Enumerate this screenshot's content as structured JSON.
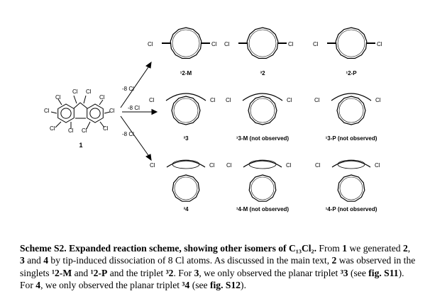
{
  "scheme": {
    "start_compound": {
      "label": "1",
      "cl_label": "Cl",
      "arrow_labels": [
        "-8 Cl",
        "-8 Cl",
        "-8 Cl"
      ]
    },
    "rows": [
      [
        {
          "label": "¹2-M",
          "left": "Cl",
          "right": "Cl"
        },
        {
          "label": "³2",
          "left": "Cl",
          "right": "Cl"
        },
        {
          "label": "¹2-P",
          "left": "Cl",
          "right": "Cl"
        }
      ],
      [
        {
          "label": "³3",
          "left": "Cl",
          "right": "Cl"
        },
        {
          "label": "¹3-M (not observed)",
          "left": "Cl",
          "right": "Cl"
        },
        {
          "label": "¹3-P (not observed)",
          "left": "Cl",
          "right": "Cl"
        }
      ],
      [
        {
          "label": "³4",
          "left": "Cl",
          "right": "Cl"
        },
        {
          "label": "¹4-M (not observed)",
          "left": "Cl",
          "right": "Cl"
        },
        {
          "label": "¹4-P (not observed)",
          "left": "Cl",
          "right": "Cl"
        }
      ]
    ]
  },
  "caption": {
    "title": "Scheme S2. Expanded reaction scheme, showing other isomers of C₁₃Cl₂.",
    "p1": " From ",
    "n1": "1",
    "p2": " we generated ",
    "n2": "2",
    "p3": ", ",
    "n3": "3",
    "p4": " and ",
    "n4": "4",
    "p5": " by tip-induced dissociation of 8 Cl atoms. As discussed in the main text, ",
    "n5": "2",
    "p6": " was observed in the singlets ",
    "n6": "¹2-M",
    "p7": " and ",
    "n7": "¹2-P",
    "p8": " and the triplet ",
    "n8": "³2",
    "p9": ". For ",
    "n9": "3",
    "p10": ", we only observed the planar triplet ",
    "n10": "³3",
    "p11": " (see ",
    "ref1": "fig. S11",
    "p12": "). For ",
    "n11": "4",
    "p13": ", we only observed the planar triplet ",
    "n12": "³4",
    "p14": " (see ",
    "ref2": "fig. S12",
    "p15": ")."
  }
}
